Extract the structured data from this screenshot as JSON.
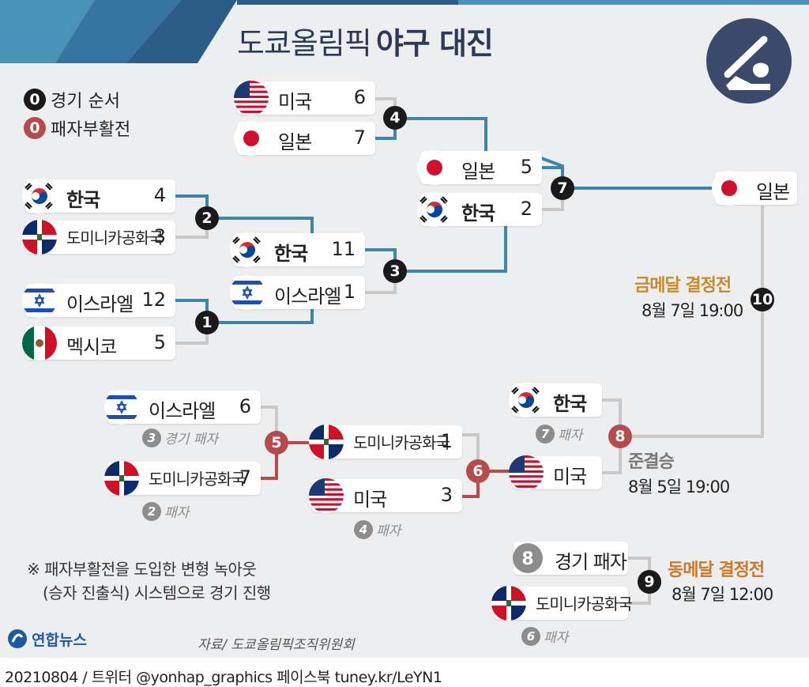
{
  "title": {
    "light": "도쿄올림픽",
    "bold": "야구 대진"
  },
  "legend": [
    {
      "marker": "0",
      "text": "경기 순서",
      "color": "#1a1a1a"
    },
    {
      "marker": "0",
      "text": "패자부활전",
      "color": "#b54b4b"
    }
  ],
  "teams": [
    {
      "id": "usa1",
      "flag": "usa",
      "name": "미국",
      "score": "6",
      "bold": false
    },
    {
      "id": "jpn1",
      "flag": "japan",
      "name": "일본",
      "score": "7",
      "bold": false
    },
    {
      "id": "kor1",
      "flag": "korea",
      "name": "한국",
      "score": "4",
      "bold": true
    },
    {
      "id": "dom1",
      "flag": "dominican",
      "name": "도미니카공화국",
      "score": "3",
      "bold": false
    },
    {
      "id": "isr1",
      "flag": "israel",
      "name": "이스라엘",
      "score": "12",
      "bold": false
    },
    {
      "id": "mex1",
      "flag": "mexico",
      "name": "멕시코",
      "score": "5",
      "bold": false
    },
    {
      "id": "kor2",
      "flag": "korea",
      "name": "한국",
      "score": "11",
      "bold": true
    },
    {
      "id": "isr2",
      "flag": "israel",
      "name": "이스라엘",
      "score": "1",
      "bold": false
    },
    {
      "id": "jpn2",
      "flag": "japan",
      "name": "일본",
      "score": "5",
      "bold": false
    },
    {
      "id": "kor3",
      "flag": "korea",
      "name": "한국",
      "score": "2",
      "bold": true
    },
    {
      "id": "jpn3",
      "flag": "japan",
      "name": "일본",
      "score": "",
      "bold": false
    },
    {
      "id": "isr3",
      "flag": "israel",
      "name": "이스라엘",
      "score": "6",
      "bold": false
    },
    {
      "id": "dom2",
      "flag": "dominican",
      "name": "도미니카공화국",
      "score": "7",
      "bold": false
    },
    {
      "id": "dom3",
      "flag": "dominican",
      "name": "도미니카공화국",
      "score": "1",
      "bold": false
    },
    {
      "id": "usa2",
      "flag": "usa",
      "name": "미국",
      "score": "3",
      "bold": false
    },
    {
      "id": "kor4",
      "flag": "korea",
      "name": "한국",
      "score": "",
      "bold": true
    },
    {
      "id": "usa3",
      "flag": "usa",
      "name": "미국",
      "score": "",
      "bold": false
    },
    {
      "id": "loser8",
      "flag": "num8",
      "name": "경기 패자",
      "score": "",
      "bold": false
    },
    {
      "id": "dom4",
      "flag": "dominican",
      "name": "도미니카공화국",
      "score": "",
      "bold": false
    }
  ],
  "games": [
    {
      "id": "g1",
      "number": "1",
      "type": "main"
    },
    {
      "id": "g2",
      "number": "2",
      "type": "main"
    },
    {
      "id": "g3",
      "number": "3",
      "type": "main"
    },
    {
      "id": "g4",
      "number": "4",
      "type": "main"
    },
    {
      "id": "g5",
      "number": "5",
      "type": "repechage"
    },
    {
      "id": "g6",
      "number": "6",
      "type": "repechage"
    },
    {
      "id": "g7",
      "number": "7",
      "type": "main"
    },
    {
      "id": "g8",
      "number": "8",
      "type": "repechage"
    },
    {
      "id": "g9",
      "number": "9",
      "type": "main"
    },
    {
      "id": "g10",
      "number": "10",
      "type": "main"
    }
  ],
  "notes": [
    {
      "id": "n3",
      "number": "3",
      "text": "경기 패자"
    },
    {
      "id": "n2",
      "number": "2",
      "text": "패자"
    },
    {
      "id": "n4",
      "number": "4",
      "text": "패자"
    },
    {
      "id": "n7",
      "number": "7",
      "text": "패자"
    },
    {
      "id": "n6",
      "number": "6",
      "text": "패자"
    }
  ],
  "labels": {
    "gold_title": "금메달 결정전",
    "gold_date": "8월 7일 19:00",
    "semi_title": "준결승",
    "semi_date": "8월 5일 19:00",
    "bronze_title": "동메달 결정전",
    "bronze_date": "8월 7일 12:00"
  },
  "footnote": {
    "line1": "※ 패자부활전을 도입한 변형 녹아웃",
    "line2": "(승자 진출식) 시스템으로 경기 진행"
  },
  "source": "자료/ 도쿄올림픽조직위원회",
  "brand": "연합뉴스",
  "credit": "20210804 / 트위터 @yonhap_graphics  페이스북 tuney.kr/LeYN1",
  "colors": {
    "winner_line": "#3d86a8",
    "loser_line": "#c8c8c8",
    "repechage_line": "#b54b4b",
    "title": "#2d3a55",
    "gold": "#c98a2b",
    "semi": "#777777",
    "bronze": "#c97a2b",
    "icon_bg": "#3b4a6b"
  },
  "icons": {
    "sport": "baseball-batter-icon"
  }
}
